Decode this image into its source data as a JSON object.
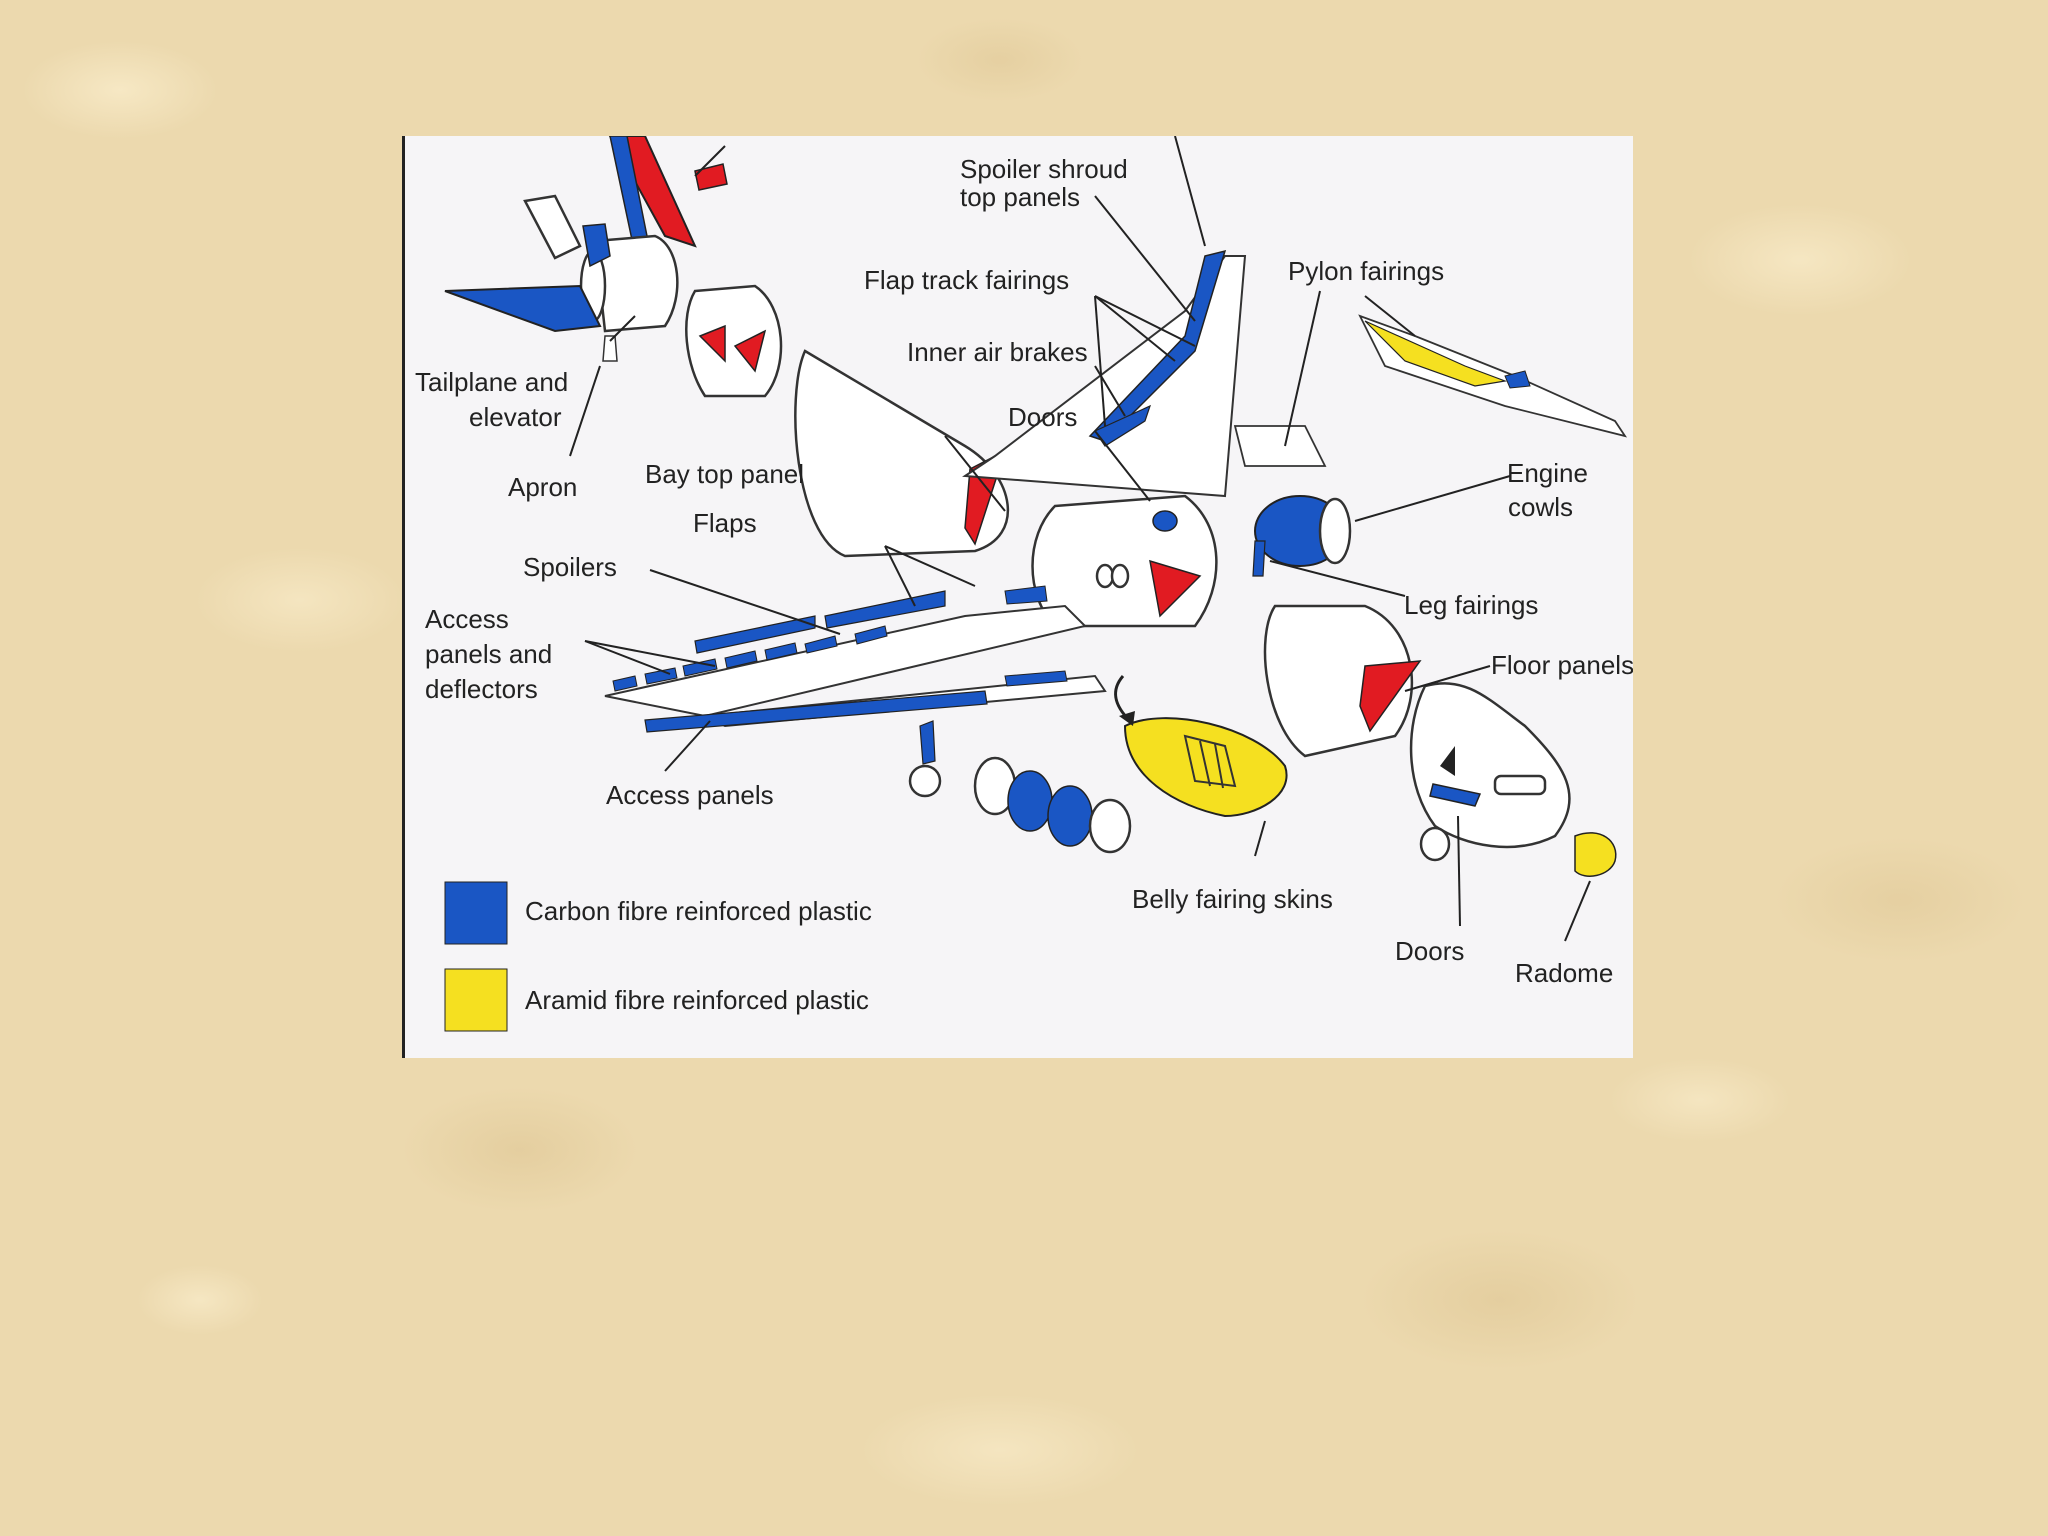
{
  "labels": {
    "spoiler_shroud_1": "Spoiler shroud",
    "spoiler_shroud_2": "top panels",
    "flap_track_fairings": "Flap track fairings",
    "pylon_fairings": "Pylon fairings",
    "inner_air_brakes": "Inner air brakes",
    "tailplane_1": "Tailplane and",
    "tailplane_2": "elevator",
    "doors_upper": "Doors",
    "apron": "Apron",
    "bay_top_panel": "Bay top panel",
    "engine_cowls_1": "Engine",
    "engine_cowls_2": "cowls",
    "flaps": "Flaps",
    "spoilers": "Spoilers",
    "leg_fairings": "Leg fairings",
    "access_panels_deflectors_1": "Access",
    "access_panels_deflectors_2": "panels and",
    "access_panels_deflectors_3": "deflectors",
    "floor_panels": "Floor panels",
    "access_panels": "Access panels",
    "belly_fairing_skins": "Belly fairing skins",
    "doors_lower": "Doors",
    "radome": "Radome"
  },
  "legend": [
    {
      "label": "Carbon fibre reinforced plastic",
      "color": "#1a56c4"
    },
    {
      "label": "Aramid fibre reinforced plastic",
      "color": "#f5e020"
    }
  ],
  "colors": {
    "carbon": "#1a56c4",
    "aramid": "#f5e020",
    "accent_red": "#e11b22"
  }
}
